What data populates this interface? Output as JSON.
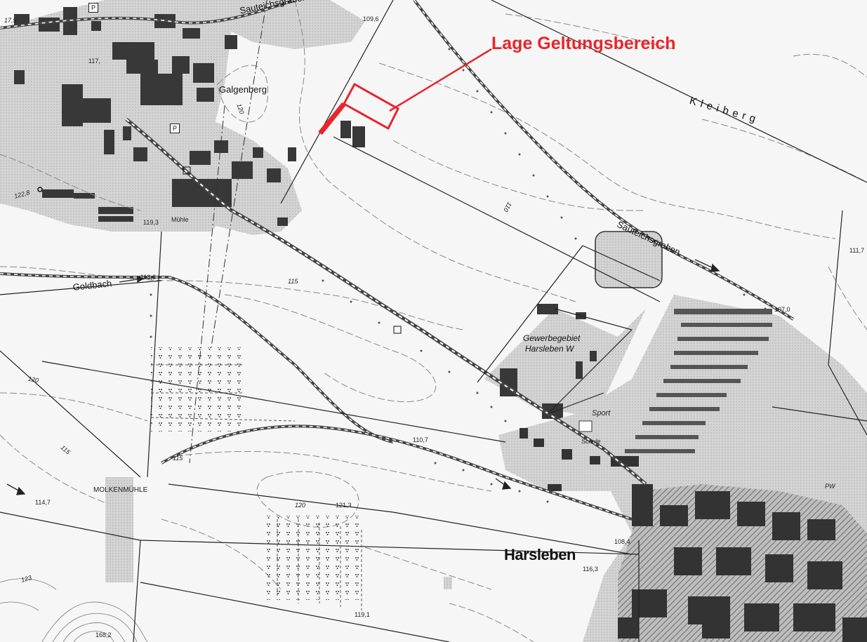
{
  "map": {
    "callout_label": "Lage Geltungsbereich",
    "town_label": "Harsleben",
    "hill_kleiberg": "Kleiberg",
    "hill_galgenberg": "Galgenberg",
    "stream_sauteichsgraben_top": "Sauteichsgraben",
    "stream_sauteichsgraben_mid": "Sauteichsgraben",
    "stream_goldbach": "Goldbach",
    "industrial_area_line1": "Gewerbegebiet",
    "industrial_area_line2": "Harsleben W",
    "sport_label": "Sport",
    "school_label": "Schule",
    "mill_label": "MOLKENMÜHLE",
    "pw_label": "PW",
    "parking_symbol": "P",
    "mill_small_label": "Mühle",
    "highlight_color": "#e8252c",
    "elevations": {
      "e1": "17,5",
      "e2": "109,6",
      "e3": "117,",
      "e4": "122,8",
      "e5": "119,3",
      "e6": "113,6",
      "e7": "111,7",
      "e8": "107,0",
      "e9": "110,7",
      "e10": "114,7",
      "e11": "121,3",
      "e12": "108,4",
      "e13": "116,3",
      "e14": "119,1",
      "e15": "168,2"
    },
    "contours": {
      "c120a": "120",
      "c110": "110",
      "c115a": "115",
      "c120b": "120",
      "c115b": "115",
      "c115c": "115",
      "c120c": "120",
      "c123": "123"
    }
  }
}
